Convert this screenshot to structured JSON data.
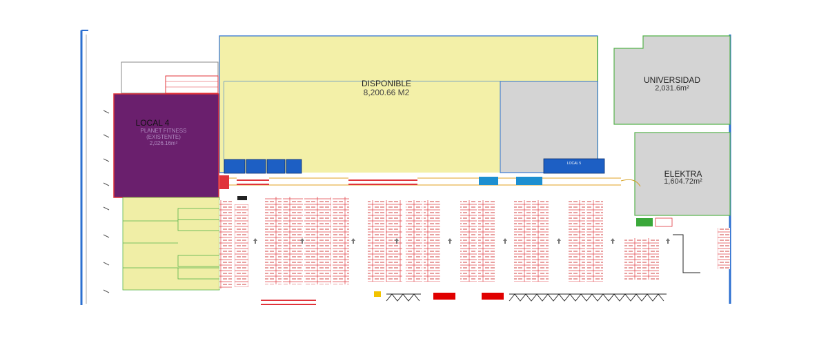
{
  "plan": {
    "disponible": {
      "name": "DISPONIBLE",
      "area": "8,200.66 M2"
    },
    "universidad": {
      "name": "UNIVERSIDAD",
      "area": "2,031.6m²"
    },
    "elektra": {
      "name": "ELEKTRA",
      "area": "1,604.72m²"
    },
    "local4": {
      "name": "LOCAL 4",
      "tenant": "PLANET FITNESS",
      "status": "(EXISTENTE)",
      "area": "2,026.16m²"
    },
    "local5": {
      "name": "LOCAL 5"
    }
  },
  "colors": {
    "disponible_fill": "#f3f0a8",
    "gray_fill": "#d4d4d4",
    "local4_fill": "#6a1f6d",
    "small_local_fill": "#f0eea6",
    "blue_local_fill": "#1d5fc4",
    "parking_red": "#e0333a",
    "outline_blue": "#2b6fd0",
    "outline_green": "#55b24a"
  }
}
